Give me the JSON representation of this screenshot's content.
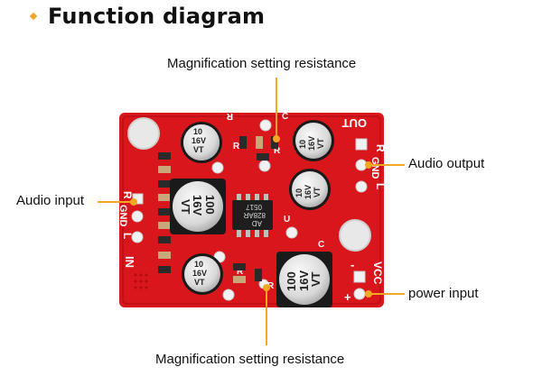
{
  "title": "Function diagram",
  "labels": {
    "magnification_top": "Magnification setting resistance",
    "magnification_bottom": "Magnification setting resistance",
    "audio_input": "Audio input",
    "audio_output": "Audio output",
    "power_input": "power input"
  },
  "board": {
    "out_text": "OUT",
    "r_out": "R",
    "gnd_out": "GND",
    "l_out": "L",
    "in_text": "IN",
    "r_in": "R",
    "gnd_in": "GND",
    "l_in": "L",
    "vcc_text": "VCC",
    "plus_text": "+",
    "minus_text": "-",
    "chip_line1": "AD",
    "chip_line2": "828AR",
    "chip_line3": "0517",
    "cap_small_value": "10",
    "cap_small_voltage": "16V",
    "cap_small_brand": "VT",
    "cap_large_value": "100",
    "cap_large_voltage": "16V",
    "cap_large_brand": "VT",
    "silk_r": "R",
    "silk_c": "C",
    "silk_u": "U"
  },
  "colors": {
    "pcb_red": "#d8161b",
    "accent_orange": "#f5a623",
    "silk_white": "#ffffff"
  }
}
